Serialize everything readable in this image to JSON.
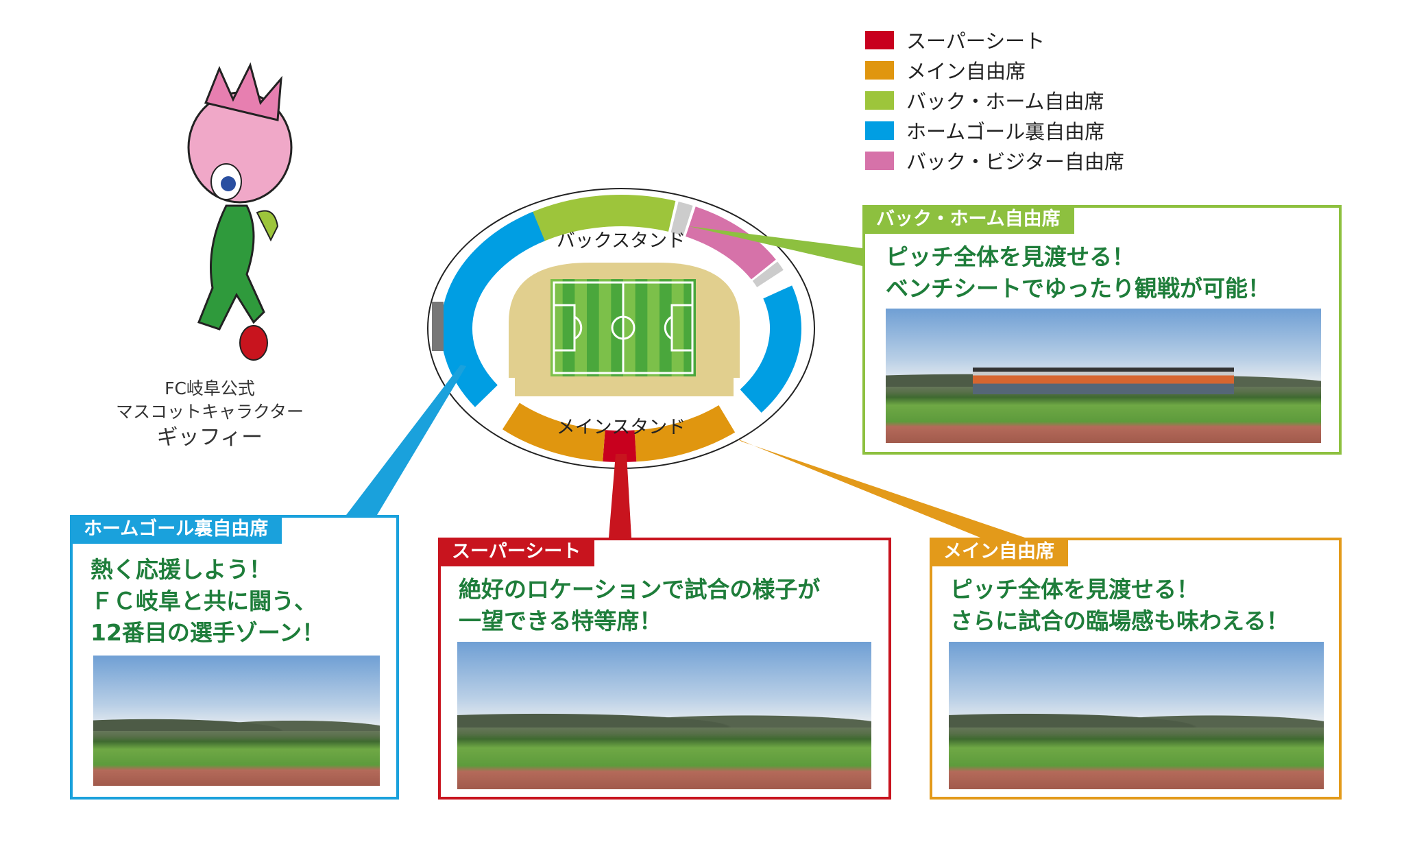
{
  "legend": [
    {
      "label": "スーパーシート",
      "color": "#c8001e"
    },
    {
      "label": "メイン自由席",
      "color": "#e0960f"
    },
    {
      "label": "バック・ホーム自由席",
      "color": "#9dc53b"
    },
    {
      "label": "ホームゴール裏自由席",
      "color": "#009ee3"
    },
    {
      "label": "バック・ビジター自由席",
      "color": "#d672a9"
    }
  ],
  "mascot": {
    "line1": "FC岐阜公式",
    "line2": "マスコットキャラクター",
    "name": "ギッフィー"
  },
  "stadium": {
    "back_label": "バックスタンド",
    "main_label": "メインスタンド"
  },
  "boxes": {
    "back_home": {
      "title": "バック・ホーム自由席",
      "line1": "ピッチ全体を見渡せる！",
      "line2": "ベンチシートでゆったり観戦が可能！",
      "color": "#8dc03f"
    },
    "home_goal": {
      "title": "ホームゴール裏自由席",
      "line1": "熱く応援しよう！",
      "line2": "ＦＣ岐阜と共に闘う、",
      "line3": "12番目の選手ゾーン！",
      "color": "#1aa1dc"
    },
    "super": {
      "title": "スーパーシート",
      "line1": "絶好のロケーションで試合の様子が",
      "line2": "一望できる特等席！",
      "color": "#c8141e"
    },
    "main": {
      "title": "メイン自由席",
      "line1": "ピッチ全体を見渡せる！",
      "line2": "さらに試合の臨場感も味わえる！",
      "color": "#e39a1a"
    }
  }
}
